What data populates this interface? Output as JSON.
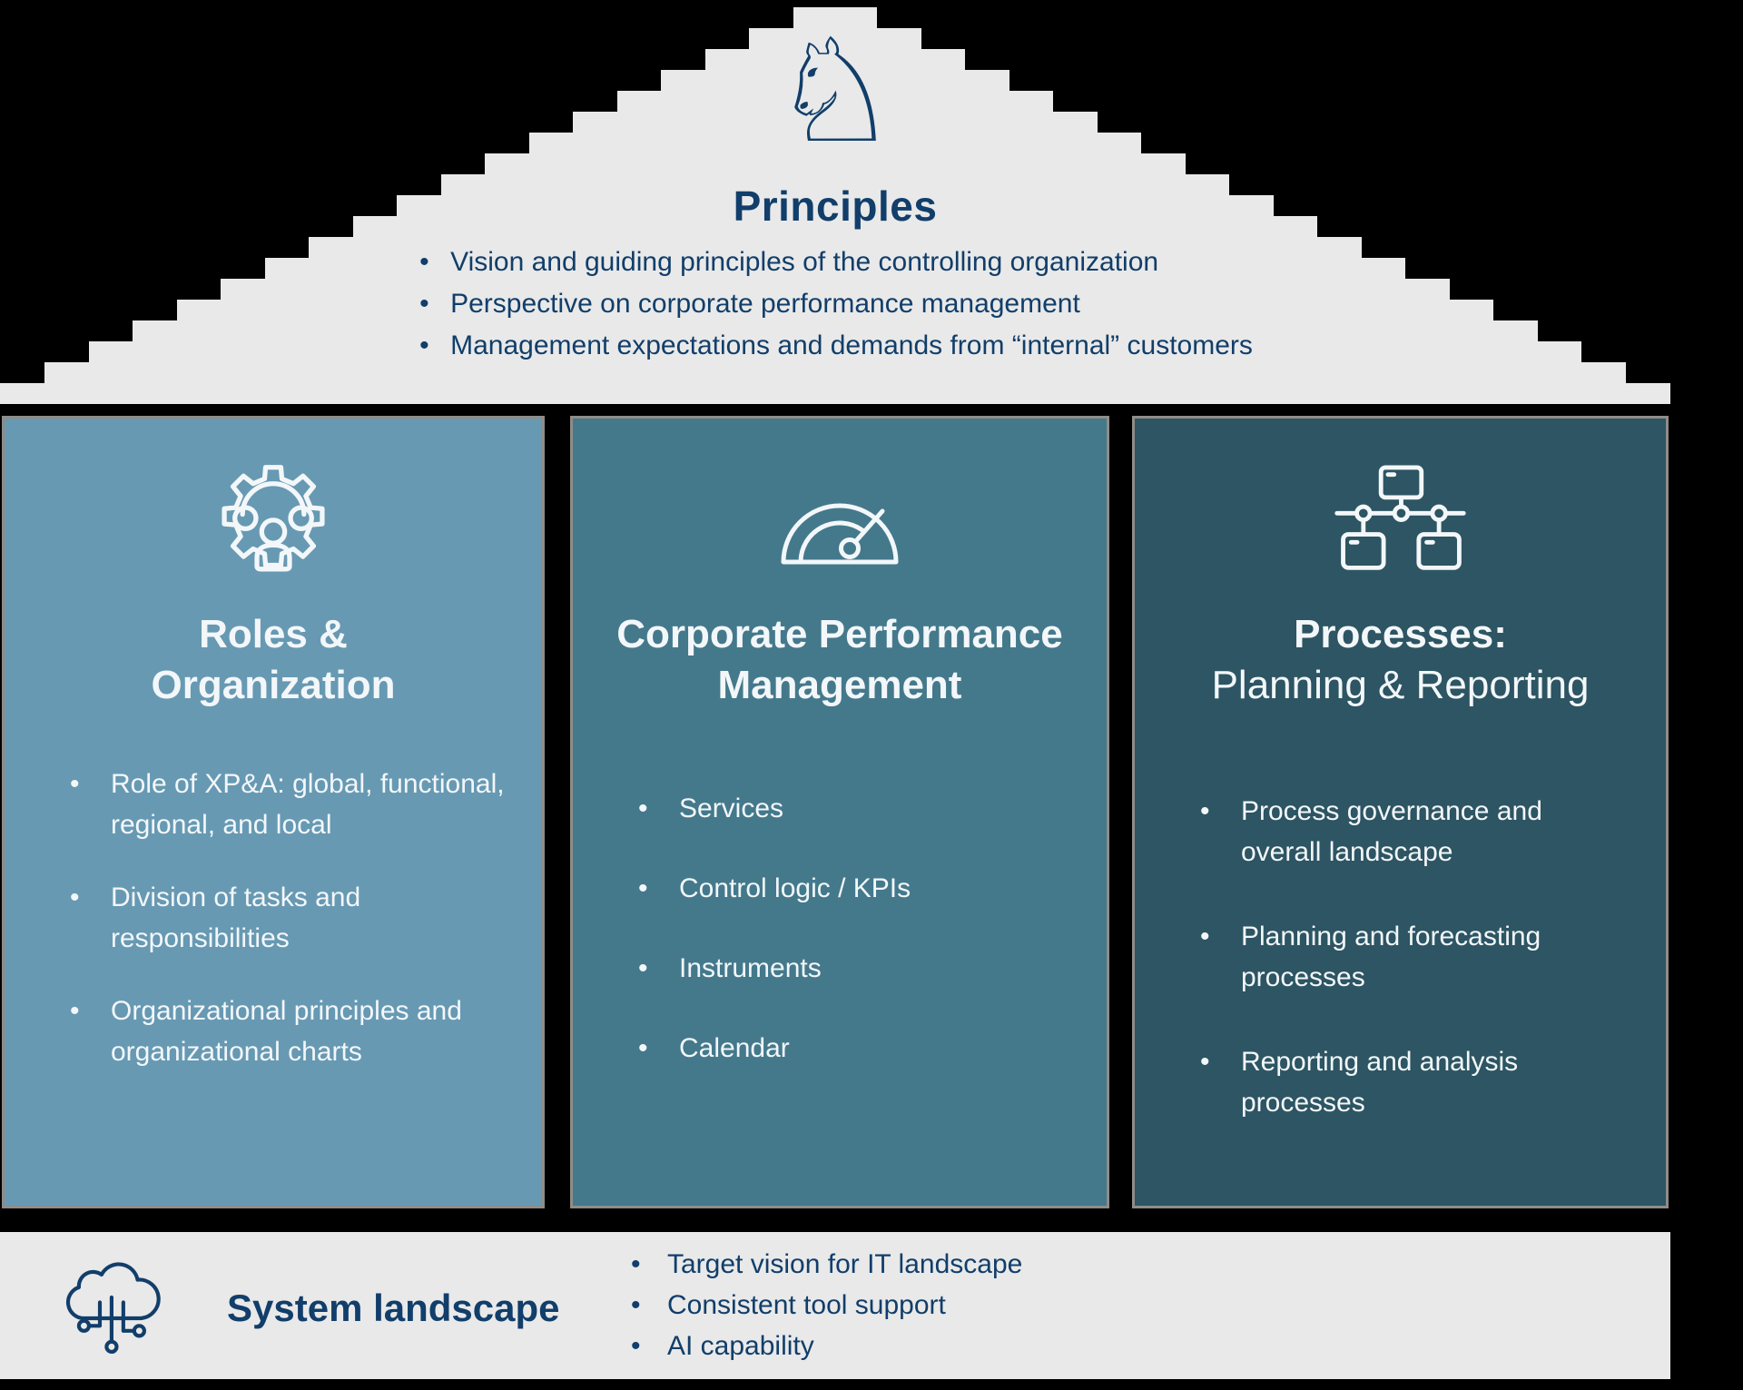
{
  "colors": {
    "background": "#000000",
    "surface_gray": "#e9e9e9",
    "navy": "#113e6a",
    "pillar1_fill": "#6799b3",
    "pillar2_fill": "#44798c",
    "pillar3_fill": "#2d5563",
    "pillar_border": "#8f8c88",
    "pillar_text": "#f3f7f9"
  },
  "roof": {
    "icon": "chess-knight-icon",
    "icon_glyph": "♘",
    "title": "Principles",
    "bullets": [
      "Vision and guiding principles of the controlling organization",
      "Perspective on corporate performance management",
      "Management expectations and demands from “internal” customers"
    ]
  },
  "pillars": [
    {
      "icon": "team-gear-icon",
      "title_line1": "Roles &",
      "title_line2": "Organization",
      "bullets": [
        "Role of XP&A: global, functional, regional, and local",
        "Division of tasks and responsibilities",
        "Organizational principles and organizational charts"
      ]
    },
    {
      "icon": "gauge-icon",
      "title_line1": "Corporate Performance",
      "title_line2": "Management",
      "bullets": [
        "Services",
        "Control logic / KPIs",
        "Instruments",
        "Calendar"
      ]
    },
    {
      "icon": "org-chart-icon",
      "title_line1": "Processes:",
      "title_line2": "Planning & Reporting",
      "bullets": [
        "Process governance and overall landscape",
        "Planning and forecasting processes",
        "Reporting and analysis processes"
      ]
    }
  ],
  "foundation": {
    "icon": "cloud-network-icon",
    "title": "System landscape",
    "bullets": [
      "Target vision for IT landscape",
      "Consistent tool support",
      "AI capability"
    ]
  }
}
